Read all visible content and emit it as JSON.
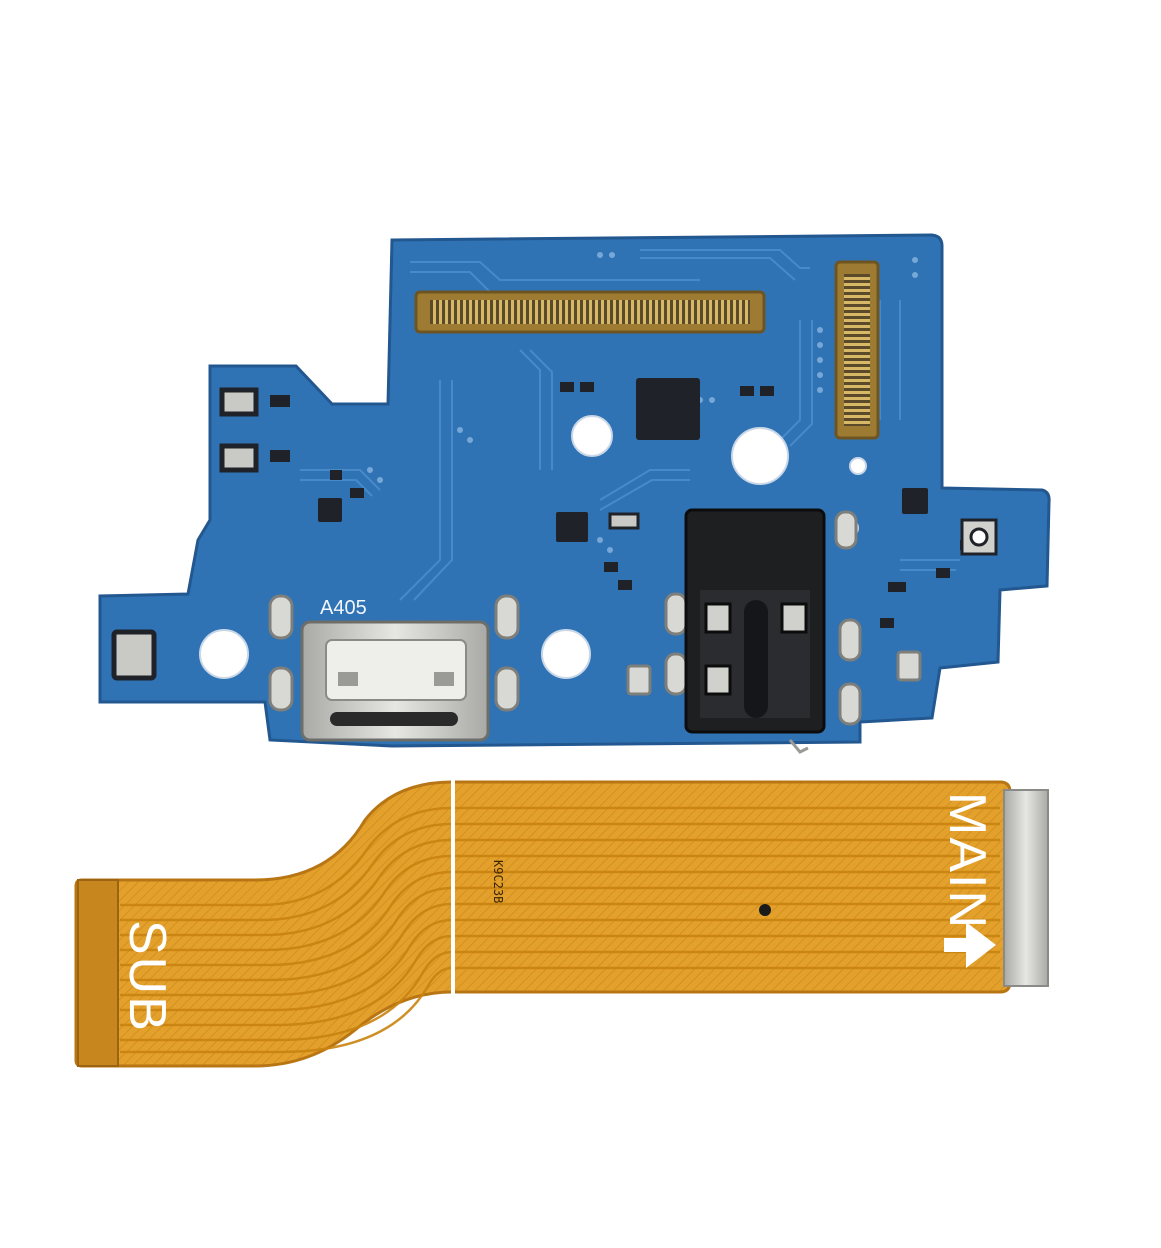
{
  "labels": {
    "board_model": "A405",
    "flex_code": "K9C23B",
    "main_side": "MAIN",
    "sub_side": "SUB"
  },
  "colors": {
    "pcb": "#2f73b5",
    "pcb_dark": "#22578f",
    "trace": "#4f8fd0",
    "flex": "#e3a12c",
    "flex_dark": "#b87513",
    "connector": "#9e7b32",
    "metal": "#c9c9c5",
    "jack": "#1e1f21"
  },
  "icons": {
    "arrow": "arrow-right-icon",
    "usb_port": "usb-c-port-icon",
    "audio_jack": "audio-jack-icon"
  }
}
